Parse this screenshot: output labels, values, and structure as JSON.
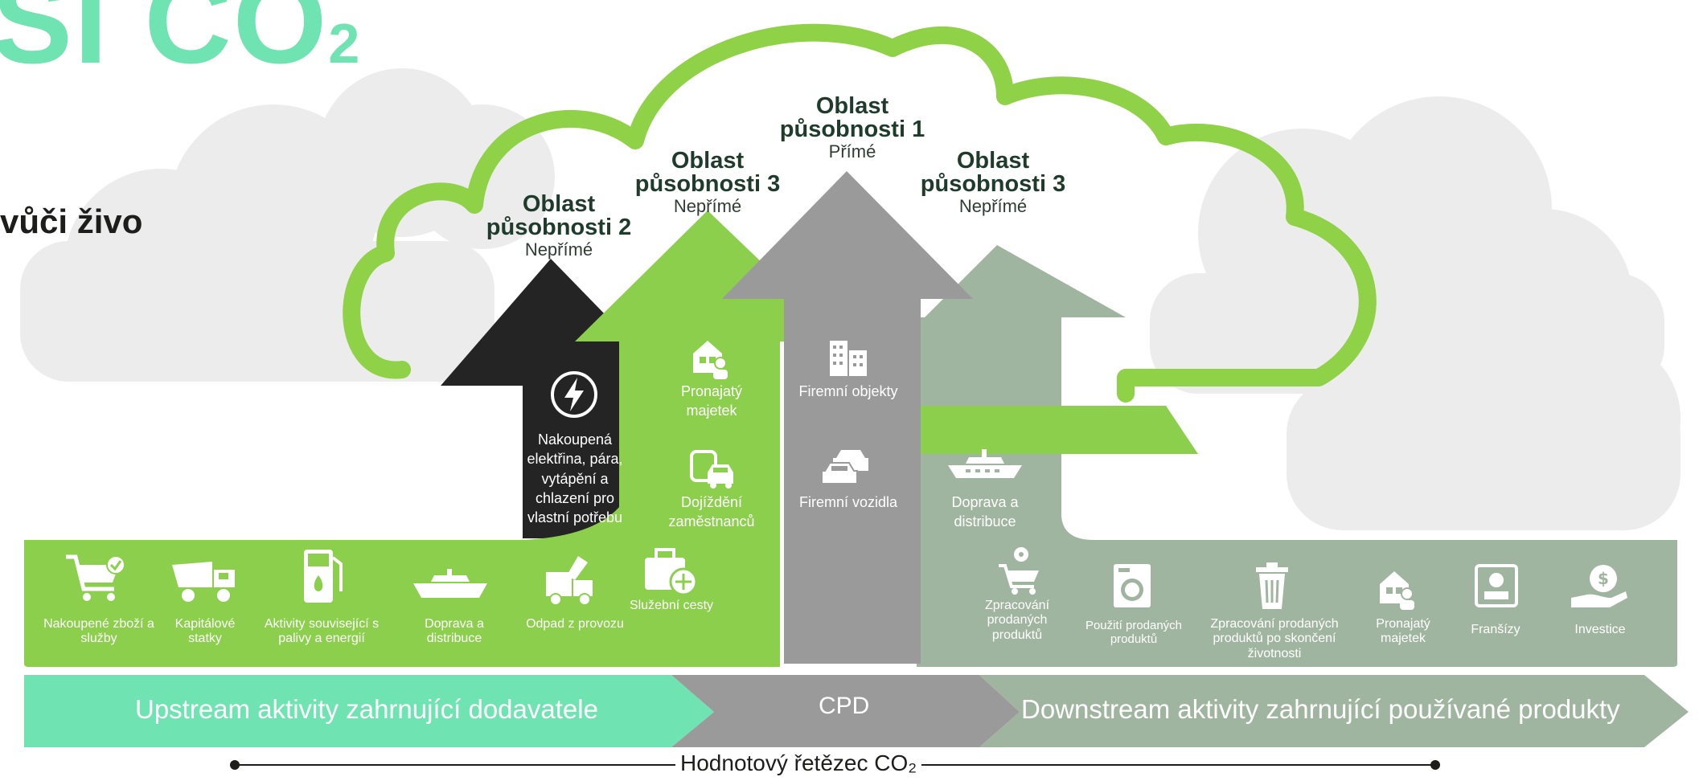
{
  "heading": {
    "title_fragment": "SI CO",
    "title_sub": "2",
    "subtitle_fragment": "vůči živo"
  },
  "scopes": {
    "scope2": {
      "name": "Oblast působnosti 2",
      "type": "Nepřímé"
    },
    "scope3_up": {
      "name": "Oblast působnosti 3",
      "type": "Nepřímé"
    },
    "scope1": {
      "name": "Oblast působnosti 1",
      "type": "Přímé"
    },
    "scope3_down": {
      "name": "Oblast působnosti 3",
      "type": "Nepřímé"
    }
  },
  "arrow_labels": {
    "electricity": "Nakoupená elektřina, pára, vytápění a chlazení pro vlastní potřebu",
    "leased_assets": "Pronajatý majetek",
    "commuting": "Dojíždění zaměstnanců",
    "company_facilities": "Firemní objekty",
    "company_vehicles": "Firemní vozidla",
    "transport_down": "Doprava a distribuce"
  },
  "upstream_items": [
    {
      "label": "Nakoupené zboží a služby",
      "icon": "cart-icon"
    },
    {
      "label": "Kapitálové statky",
      "icon": "dump-truck-icon"
    },
    {
      "label": "Aktivity související s palivy a energií",
      "icon": "fuel-pump-icon"
    },
    {
      "label": "Doprava a distribuce",
      "icon": "ship-icon"
    },
    {
      "label": "Odpad z provozu",
      "icon": "garbage-truck-icon"
    },
    {
      "label": "Služební cesty",
      "icon": "suitcase-icon"
    }
  ],
  "downstream_items": [
    {
      "label": "Zpracování prodaných produktů",
      "icon": "cart-gear-icon"
    },
    {
      "label": "Použití prodaných produktů",
      "icon": "washing-machine-icon"
    },
    {
      "label": "Zpracování prodaných produktů po skončení životnosti",
      "icon": "trash-bin-icon"
    },
    {
      "label": "Pronajatý majetek",
      "icon": "house-person-icon"
    },
    {
      "label": "Franšízy",
      "icon": "certificate-icon"
    },
    {
      "label": "Investice",
      "icon": "hand-dollar-icon"
    }
  ],
  "bands": {
    "upstream": "Upstream aktivity zahrnující dodavatele",
    "cpd": "CPD",
    "downstream": "Downstream aktivity zahrnující používané produkty"
  },
  "value_chain": "Hodnotový řetězec CO₂",
  "colors": {
    "mint": "#6fe3b1",
    "lime": "#8ccf4d",
    "cloud_outline": "#8fd147",
    "grey": "#9a9a9a",
    "sage": "#a0b59f",
    "black": "#242424",
    "light_cloud": "#e8e8e8"
  }
}
